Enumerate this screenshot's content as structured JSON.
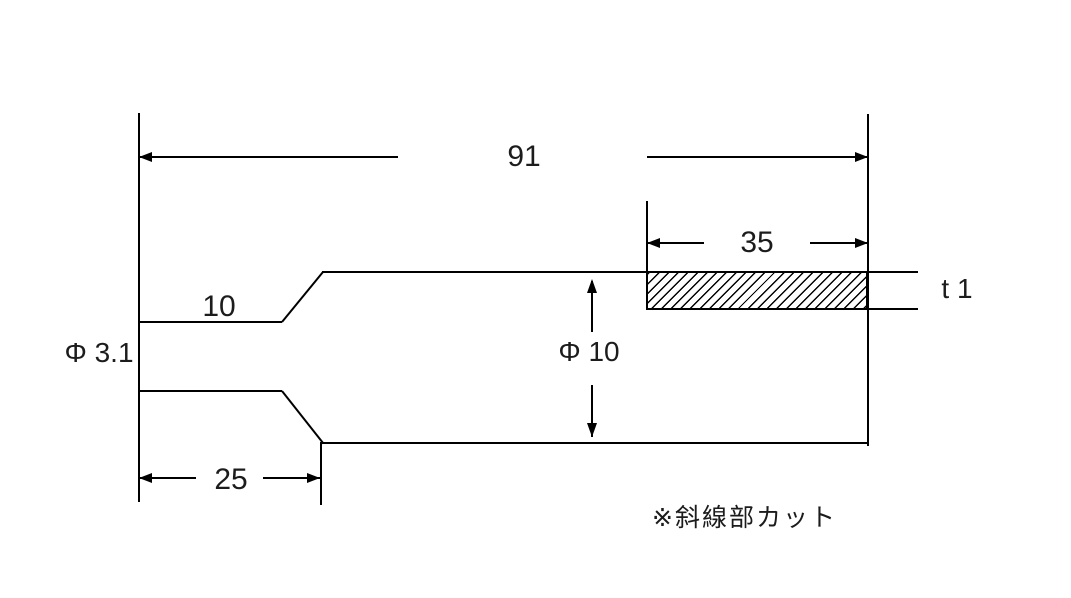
{
  "drawing": {
    "dimensions": {
      "overall_length": "91",
      "hatched_length": "35",
      "tip_flat_length": "10",
      "taper_section_length": "25",
      "tip_diameter": "Φ 3.1",
      "body_diameter": "Φ 10",
      "plate_thickness": "t 1"
    },
    "note": "※斜線部カット",
    "colors": {
      "line": "#000000",
      "text": "#1c1c1c",
      "background": "#ffffff"
    }
  }
}
